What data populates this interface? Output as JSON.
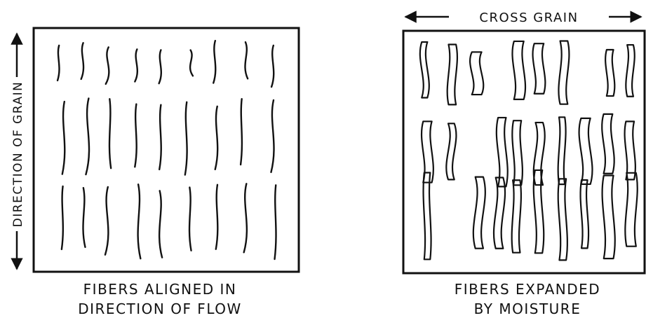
{
  "left_panel": {
    "side_label": "DIRECTION OF GRAIN",
    "caption_line1": "FIBERS ALIGNED IN",
    "caption_line2": "DIRECTION OF FLOW"
  },
  "right_panel": {
    "top_label": "CROSS GRAIN",
    "caption_line1": "FIBERS EXPANDED",
    "caption_line2": "BY MOISTURE"
  },
  "colors": {
    "ink": "#111111",
    "paper": "#ffffff"
  }
}
